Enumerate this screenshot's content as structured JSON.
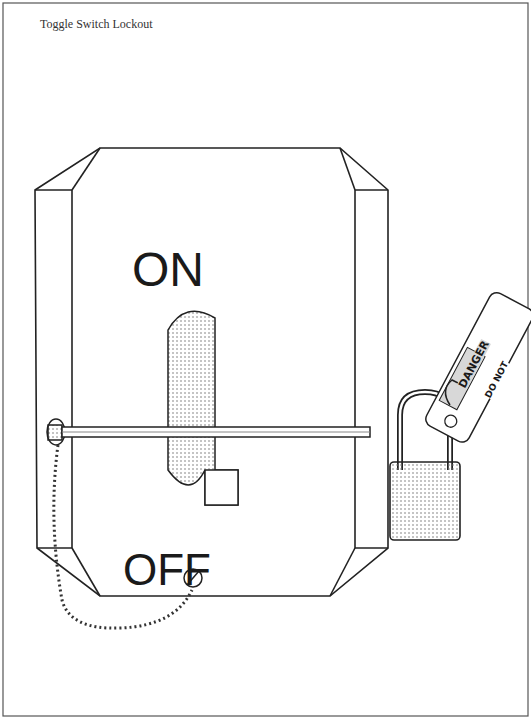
{
  "diagram": {
    "title": "Toggle Switch Lockout",
    "labels": [
      "ON",
      "OFF",
      "DANGER",
      "DO NOT"
    ]
  }
}
